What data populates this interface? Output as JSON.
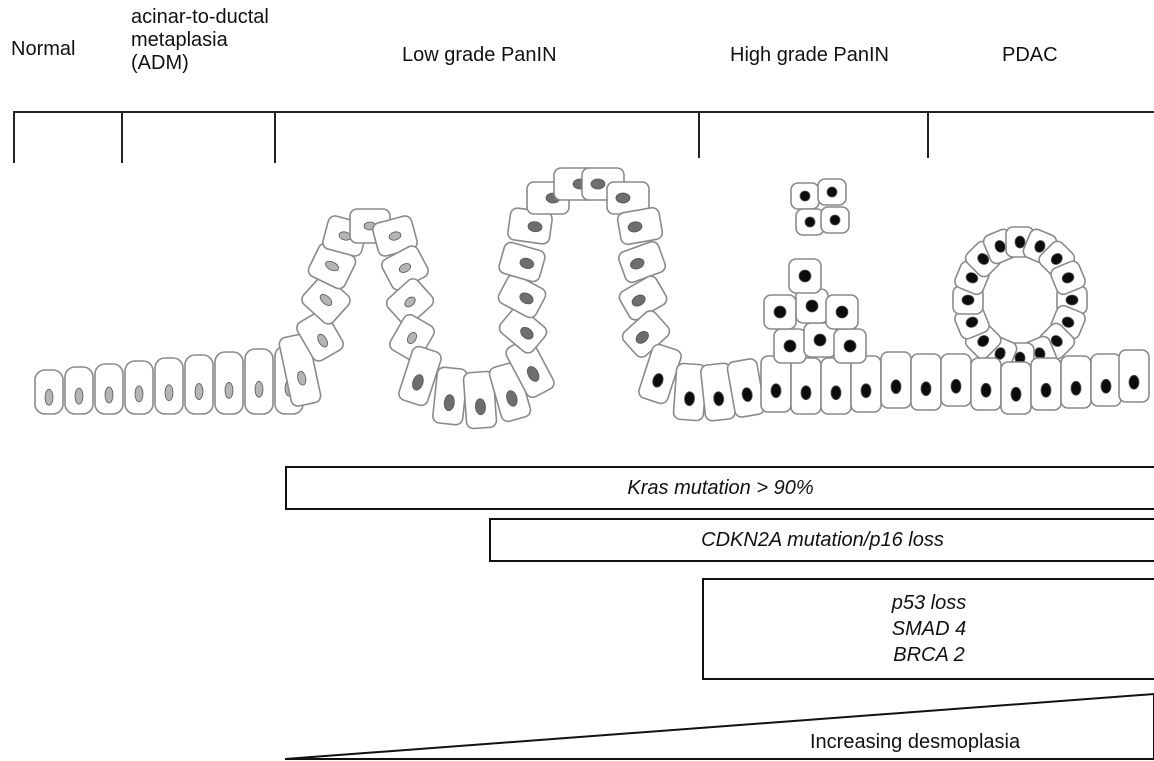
{
  "stages": {
    "normal": "Normal",
    "adm": "acinar-to-ductal\nmetaplasia\n(ADM)",
    "low_grade": "Low grade PanIN",
    "high_grade": "High grade PanIN",
    "pdac": "PDAC"
  },
  "markers": {
    "kras": "Kras mutation > 90%",
    "cdkn2a": "CDKN2A mutation/p16 loss",
    "late": [
      "p53 loss",
      "SMAD 4",
      "BRCA 2"
    ]
  },
  "desmoplasia": "Increasing desmoplasia",
  "colors": {
    "outline": "#111111",
    "cell_stroke": "#8a8a8a",
    "nucleus_early": "#b5b5b5",
    "nucleus_mid": "#6e6e6e",
    "nucleus_late": "#0c0c0c"
  }
}
